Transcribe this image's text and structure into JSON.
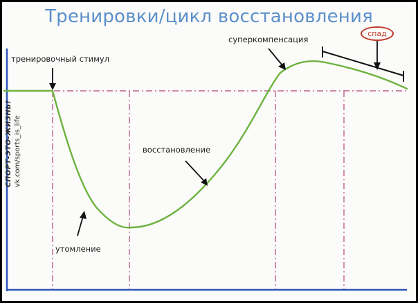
{
  "title": "Тренировки/цикл восстановления",
  "labels": {
    "stimulus": "тренировочный стимул",
    "fatigue": "утомление",
    "recovery": "восстановление",
    "supercompensation": "суперкомпенсация",
    "decline": "спад"
  },
  "watermark": {
    "line1": "СПОРТ-ЭТО-ЖИЗНЬ!",
    "line2": "vk.com/sports_is_life"
  },
  "colors": {
    "curve": "#6db33f",
    "guides": "#c06090",
    "title": "#5b8fc9",
    "decline_badge": "#c0392b",
    "axis": "#2f55b8"
  }
}
